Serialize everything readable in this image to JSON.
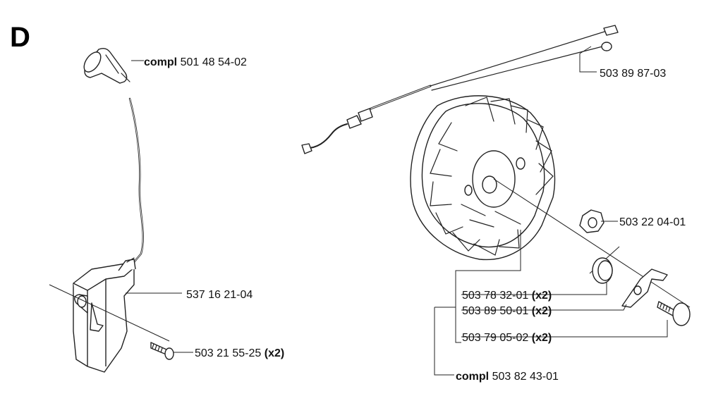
{
  "section": "D",
  "labels": {
    "spark_cap": {
      "bold": "compl",
      "text": " 501 48 54-02"
    },
    "cable": {
      "text": "503 89 87-03"
    },
    "nut": {
      "text": "503 22 04-01"
    },
    "ignition_module": {
      "text": "537 16 21-04"
    },
    "screw": {
      "text": "503 21 55-25 ",
      "suffix": "(x2)"
    },
    "spring": {
      "text": "503 78 32-01 ",
      "suffix": "(x2)"
    },
    "pawl": {
      "text": "503 89 50-01 ",
      "suffix": "(x2)"
    },
    "pin": {
      "text": "503 79 05-02 ",
      "suffix": "(x2)"
    },
    "flywheel": {
      "bold": "compl",
      "text": " 503 82 43-01"
    }
  }
}
